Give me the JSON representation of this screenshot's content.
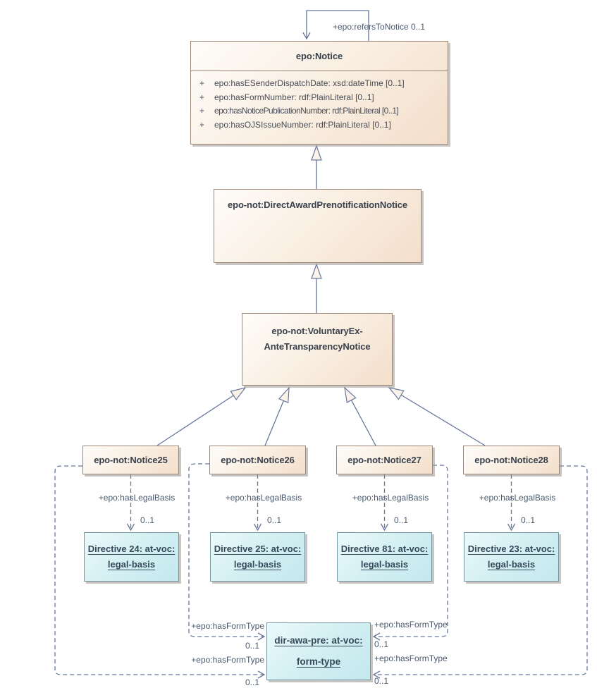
{
  "colors": {
    "connector": "#67779b",
    "class_fill_light": "#fefcf9",
    "class_fill_dark": "#f3dfcb",
    "class_border": "#9c8878",
    "object_fill": "#cdedf1",
    "object_border": "#74949f",
    "label_text": "#4a5a6e"
  },
  "classes": {
    "notice": {
      "title": "epo:Notice",
      "visibility": "+",
      "attributes": [
        "epo:hasESenderDispatchDate: xsd:dateTime [0..1]",
        "epo:hasFormNumber: rdf:PlainLiteral [0..1]",
        "epo:hasNoticePublicationNumber: rdf:PlainLiteral [0..1]",
        "epo:hasOJSIssueNumber: rdf:PlainLiteral [0..1]"
      ]
    },
    "direct_award": {
      "title": "epo-not:DirectAwardPrenotificationNotice"
    },
    "voluntary": {
      "title_line1": "epo-not:VoluntaryEx-",
      "title_line2": "AnteTransparencyNotice"
    },
    "subnotices": [
      "epo-not:Notice25",
      "epo-not:Notice26",
      "epo-not:Notice27",
      "epo-not:Notice28"
    ]
  },
  "objects": {
    "directives": [
      {
        "line1": "Directive 24: at-voc:",
        "line2": "legal-basis"
      },
      {
        "line1": "Directive 25: at-voc:",
        "line2": "legal-basis"
      },
      {
        "line1": "Directive 81: at-voc:",
        "line2": "legal-basis"
      },
      {
        "line1": "Directive 23: at-voc:",
        "line2": "legal-basis"
      }
    ],
    "form_type": {
      "line1": "dir-awa-pre: at-voc:",
      "line2": "form-type"
    }
  },
  "associations": {
    "refers_to_notice": {
      "label": "+epo:refersToNotice 0..1"
    },
    "has_legal_basis": [
      {
        "label": "+epo:hasLegalBasis",
        "multiplicity": "0..1"
      },
      {
        "label": "+epo:hasLegalBasis",
        "multiplicity": "0..1"
      },
      {
        "label": "+epo:hasLegalBasis",
        "multiplicity": "0..1"
      },
      {
        "label": "+epo:hasLegalBasis",
        "multiplicity": "0..1"
      }
    ],
    "has_form_type": [
      {
        "label": "+epo:hasFormType",
        "multiplicity": "0..1"
      },
      {
        "label": "+epo:hasFormType",
        "multiplicity": "0..1"
      },
      {
        "label": "+epo:hasFormType",
        "multiplicity": "0..1"
      },
      {
        "label": "+epo:hasFormType",
        "multiplicity": "0..1"
      }
    ]
  }
}
